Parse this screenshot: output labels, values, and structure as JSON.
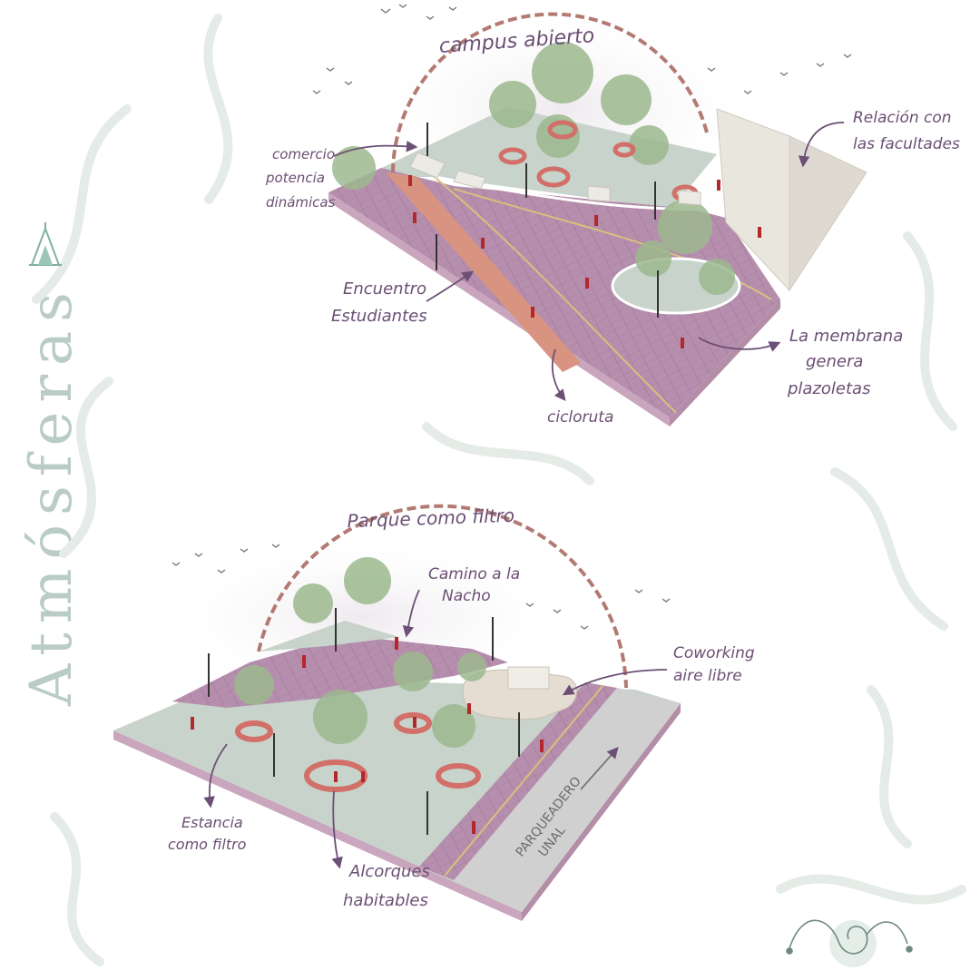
{
  "title": "Atmósferas",
  "colors": {
    "paving": "#b78fae",
    "paving_dark": "#9d7594",
    "bike": "#d99481",
    "grass": "#c7d3cb",
    "slab_side": "#c9a6bd",
    "building": "#e9e6de",
    "tree": "#9cb98e",
    "planter": "#d26f68",
    "ink": "#6b4f74",
    "arc": "#b27a72",
    "swirl": "#6e8a80"
  },
  "top_diagram": {
    "arc_label": "campus abierto",
    "labels": {
      "comercio": [
        "comercio",
        "potencia",
        "dinámicas"
      ],
      "facultades": [
        "Relación con",
        "las facultades"
      ],
      "encuentro": [
        "Encuentro",
        "Estudiantes"
      ],
      "membrana": [
        "La membrana",
        "genera",
        "plazoletas"
      ],
      "cicloruta": "cicloruta"
    }
  },
  "bottom_diagram": {
    "arc_label": "Parque como filtro",
    "labels": {
      "camino": [
        "Camino a la",
        "Nacho"
      ],
      "coworking": [
        "Coworking",
        "aire libre"
      ],
      "estancia": [
        "Estancia",
        "como filtro"
      ],
      "alcorques": [
        "Alcorques",
        "habitables"
      ],
      "parqueadero": [
        "PARQUEADERO",
        "UNAL"
      ]
    }
  }
}
